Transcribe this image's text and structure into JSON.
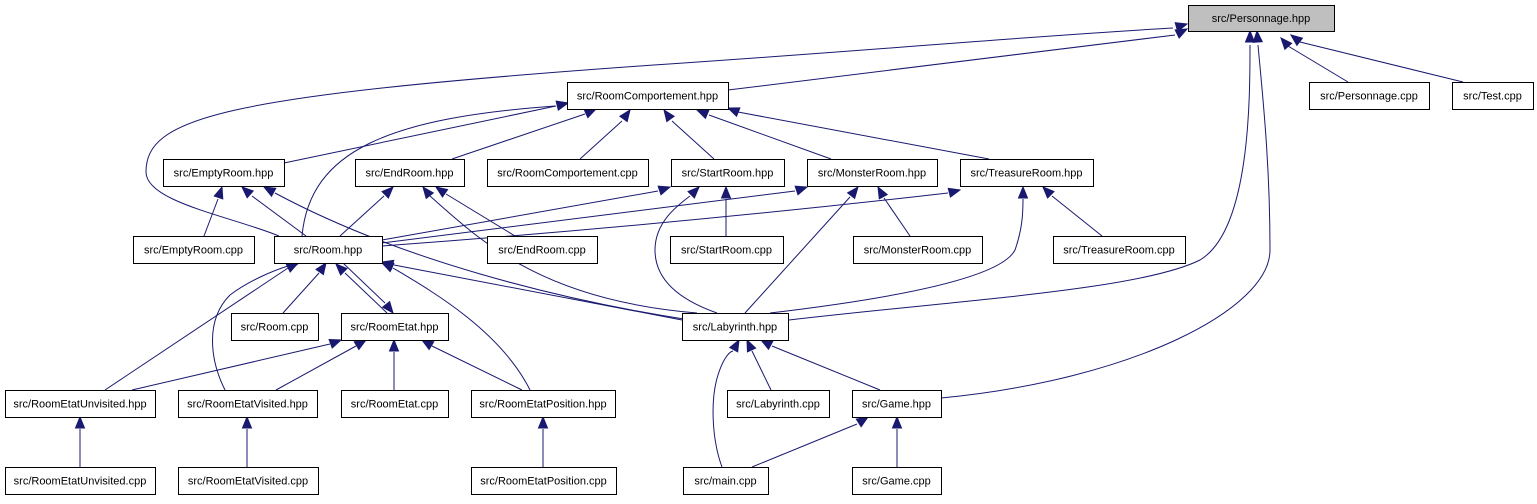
{
  "nodes": [
    {
      "id": "personnage_hpp",
      "label": "src/Personnage.hpp",
      "root": true
    },
    {
      "id": "personnage_cpp",
      "label": "src/Personnage.cpp"
    },
    {
      "id": "test_cpp",
      "label": "src/Test.cpp"
    },
    {
      "id": "roomcomportement_hpp",
      "label": "src/RoomComportement.hpp"
    },
    {
      "id": "emptyroom_hpp",
      "label": "src/EmptyRoom.hpp"
    },
    {
      "id": "endroom_hpp",
      "label": "src/EndRoom.hpp"
    },
    {
      "id": "roomcomportement_cpp",
      "label": "src/RoomComportement.cpp"
    },
    {
      "id": "startroom_hpp",
      "label": "src/StartRoom.hpp"
    },
    {
      "id": "monsterroom_hpp",
      "label": "src/MonsterRoom.hpp"
    },
    {
      "id": "treasureroom_hpp",
      "label": "src/TreasureRoom.hpp"
    },
    {
      "id": "emptyroom_cpp",
      "label": "src/EmptyRoom.cpp"
    },
    {
      "id": "room_hpp",
      "label": "src/Room.hpp"
    },
    {
      "id": "endroom_cpp",
      "label": "src/EndRoom.cpp"
    },
    {
      "id": "startroom_cpp",
      "label": "src/StartRoom.cpp"
    },
    {
      "id": "monsterroom_cpp",
      "label": "src/MonsterRoom.cpp"
    },
    {
      "id": "treasureroom_cpp",
      "label": "src/TreasureRoom.cpp"
    },
    {
      "id": "room_cpp",
      "label": "src/Room.cpp"
    },
    {
      "id": "roometat_hpp",
      "label": "src/RoomEtat.hpp"
    },
    {
      "id": "labyrinth_hpp",
      "label": "src/Labyrinth.hpp"
    },
    {
      "id": "roometatunvisited_hpp",
      "label": "src/RoomEtatUnvisited.hpp"
    },
    {
      "id": "roometatvisited_hpp",
      "label": "src/RoomEtatVisited.hpp"
    },
    {
      "id": "roometat_cpp",
      "label": "src/RoomEtat.cpp"
    },
    {
      "id": "roometatposition_hpp",
      "label": "src/RoomEtatPosition.hpp"
    },
    {
      "id": "labyrinth_cpp",
      "label": "src/Labyrinth.cpp"
    },
    {
      "id": "game_hpp",
      "label": "src/Game.hpp"
    },
    {
      "id": "roometatunvisited_cpp",
      "label": "src/RoomEtatUnvisited.cpp"
    },
    {
      "id": "roometatvisited_cpp",
      "label": "src/RoomEtatVisited.cpp"
    },
    {
      "id": "roometatposition_cpp",
      "label": "src/RoomEtatPosition.cpp"
    },
    {
      "id": "main_cpp",
      "label": "src/main.cpp"
    },
    {
      "id": "game_cpp",
      "label": "src/Game.cpp"
    }
  ],
  "edges": [
    {
      "from": "personnage_cpp",
      "to": "personnage_hpp"
    },
    {
      "from": "test_cpp",
      "to": "personnage_hpp"
    },
    {
      "from": "roomcomportement_hpp",
      "to": "personnage_hpp"
    },
    {
      "from": "room_hpp",
      "to": "personnage_hpp"
    },
    {
      "from": "labyrinth_hpp",
      "to": "personnage_hpp"
    },
    {
      "from": "game_hpp",
      "to": "personnage_hpp"
    },
    {
      "from": "emptyroom_hpp",
      "to": "roomcomportement_hpp"
    },
    {
      "from": "endroom_hpp",
      "to": "roomcomportement_hpp"
    },
    {
      "from": "roomcomportement_cpp",
      "to": "roomcomportement_hpp"
    },
    {
      "from": "startroom_hpp",
      "to": "roomcomportement_hpp"
    },
    {
      "from": "monsterroom_hpp",
      "to": "roomcomportement_hpp"
    },
    {
      "from": "treasureroom_hpp",
      "to": "roomcomportement_hpp"
    },
    {
      "from": "room_hpp",
      "to": "roomcomportement_hpp"
    },
    {
      "from": "emptyroom_cpp",
      "to": "emptyroom_hpp"
    },
    {
      "from": "room_hpp",
      "to": "emptyroom_hpp"
    },
    {
      "from": "labyrinth_hpp",
      "to": "emptyroom_hpp"
    },
    {
      "from": "endroom_cpp",
      "to": "endroom_hpp"
    },
    {
      "from": "room_hpp",
      "to": "endroom_hpp"
    },
    {
      "from": "labyrinth_hpp",
      "to": "endroom_hpp"
    },
    {
      "from": "startroom_cpp",
      "to": "startroom_hpp"
    },
    {
      "from": "room_hpp",
      "to": "startroom_hpp"
    },
    {
      "from": "labyrinth_hpp",
      "to": "startroom_hpp"
    },
    {
      "from": "monsterroom_cpp",
      "to": "monsterroom_hpp"
    },
    {
      "from": "room_hpp",
      "to": "monsterroom_hpp"
    },
    {
      "from": "labyrinth_hpp",
      "to": "monsterroom_hpp"
    },
    {
      "from": "treasureroom_cpp",
      "to": "treasureroom_hpp"
    },
    {
      "from": "room_hpp",
      "to": "treasureroom_hpp"
    },
    {
      "from": "labyrinth_hpp",
      "to": "treasureroom_hpp"
    },
    {
      "from": "room_cpp",
      "to": "room_hpp"
    },
    {
      "from": "roometat_hpp",
      "to": "room_hpp"
    },
    {
      "from": "labyrinth_hpp",
      "to": "room_hpp"
    },
    {
      "from": "roometatunvisited_hpp",
      "to": "room_hpp"
    },
    {
      "from": "roometatvisited_hpp",
      "to": "room_hpp"
    },
    {
      "from": "roometatposition_hpp",
      "to": "room_hpp"
    },
    {
      "from": "room_hpp",
      "to": "roometat_hpp"
    },
    {
      "from": "roometatunvisited_hpp",
      "to": "roometat_hpp"
    },
    {
      "from": "roometatvisited_hpp",
      "to": "roometat_hpp"
    },
    {
      "from": "roometat_cpp",
      "to": "roometat_hpp"
    },
    {
      "from": "roometatposition_hpp",
      "to": "roometat_hpp"
    },
    {
      "from": "roometatunvisited_cpp",
      "to": "roometatunvisited_hpp"
    },
    {
      "from": "roometatvisited_cpp",
      "to": "roometatvisited_hpp"
    },
    {
      "from": "roometatposition_cpp",
      "to": "roometatposition_hpp"
    },
    {
      "from": "labyrinth_cpp",
      "to": "labyrinth_hpp"
    },
    {
      "from": "game_hpp",
      "to": "labyrinth_hpp"
    },
    {
      "from": "main_cpp",
      "to": "labyrinth_hpp"
    },
    {
      "from": "main_cpp",
      "to": "game_hpp"
    },
    {
      "from": "game_cpp",
      "to": "game_hpp"
    }
  ]
}
